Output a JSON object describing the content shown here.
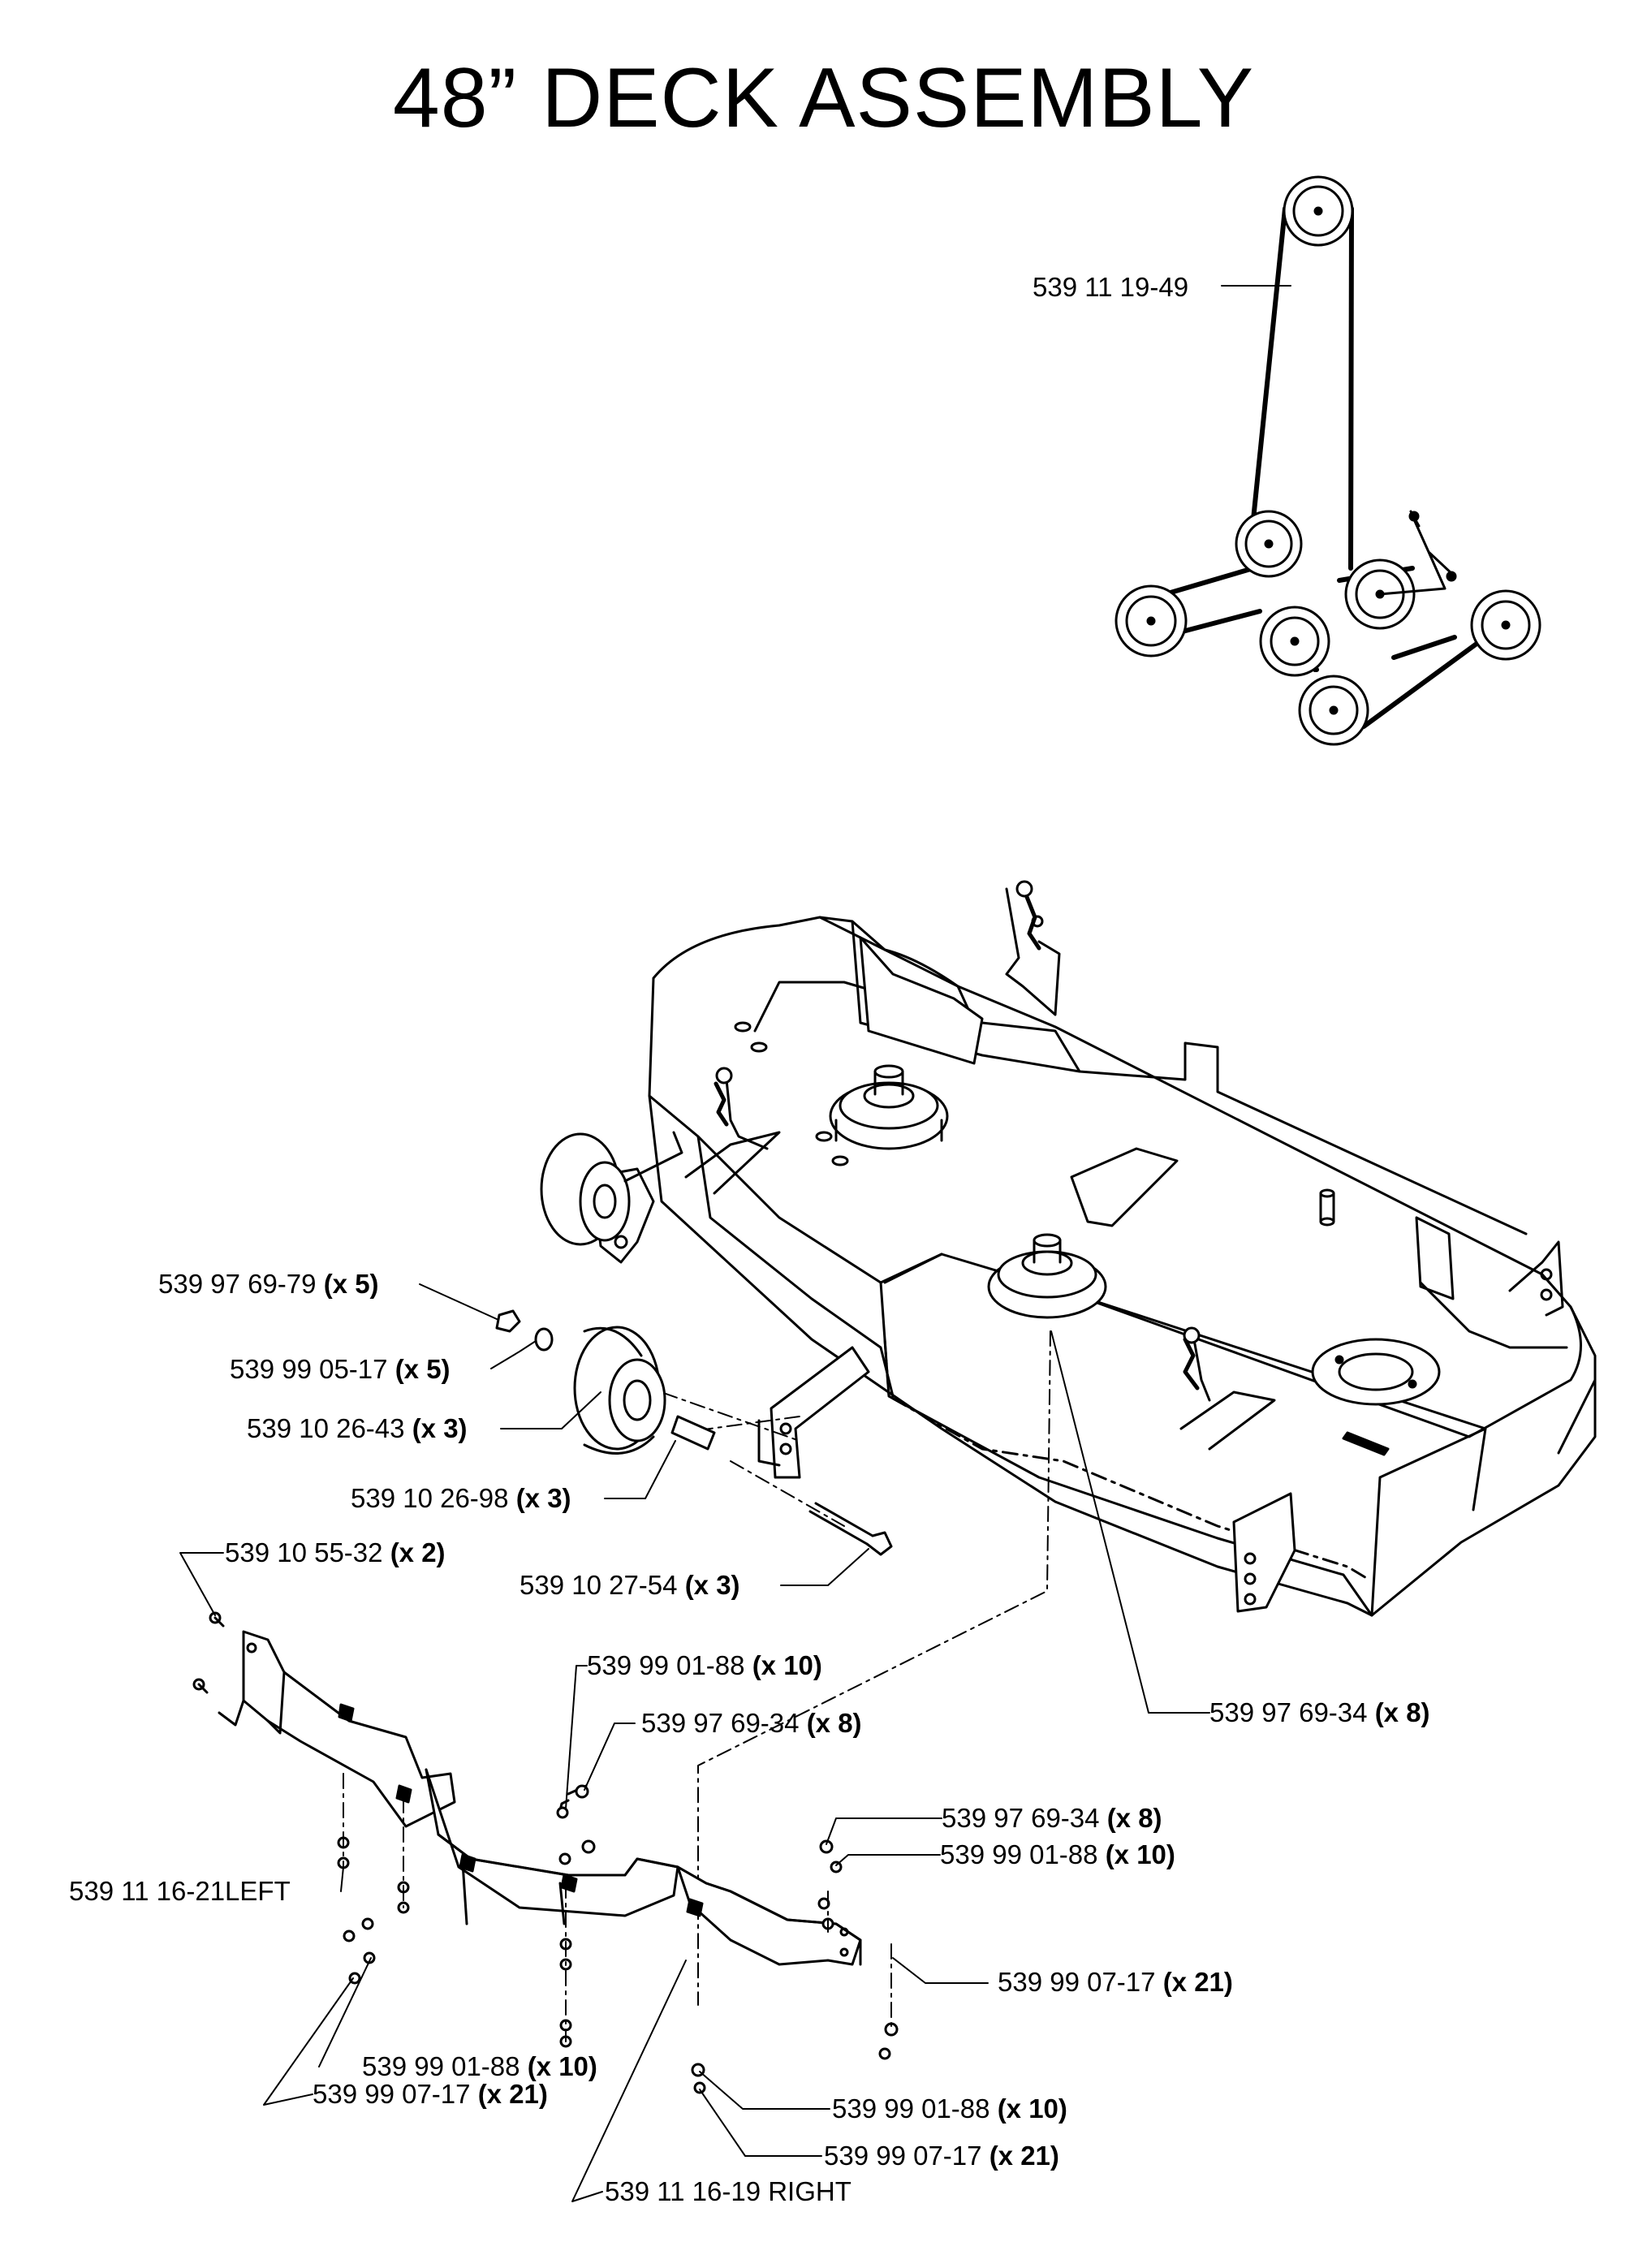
{
  "title": "48” DECK ASSEMBLY",
  "callouts": [
    {
      "id": "belt",
      "part": "539 11 19-49",
      "qty": ""
    },
    {
      "id": "nut-wheel",
      "part": "539 97 69-79",
      "qty": "(x 5)"
    },
    {
      "id": "washer-wheel",
      "part": "539 99 05-17",
      "qty": "(x 5)"
    },
    {
      "id": "wheel",
      "part": "539 10 26-43",
      "qty": "(x 3)"
    },
    {
      "id": "spacer",
      "part": "539 10 26-98",
      "qty": "(x 3)"
    },
    {
      "id": "screw-top",
      "part": "539 10 55-32",
      "qty": "(x 2)"
    },
    {
      "id": "bolt-wheel",
      "part": "539 10 27-54",
      "qty": "(x 3)"
    },
    {
      "id": "washer-mid",
      "part": "539 99 01-88",
      "qty": "(x 10)"
    },
    {
      "id": "nut-mid",
      "part": "539 97 69-34",
      "qty": "(x 8)"
    },
    {
      "id": "nut-right-deck",
      "part": "539 97 69-34",
      "qty": "(x 8)"
    },
    {
      "id": "nut-right-guard",
      "part": "539 97 69-34",
      "qty": "(x 8)"
    },
    {
      "id": "washer-right-guard",
      "part": "539 99 01-88",
      "qty": "(x 10)"
    },
    {
      "id": "left-guard",
      "part": "539 11 16-21LEFT",
      "qty": ""
    },
    {
      "id": "locknut-right",
      "part": "539 99 07-17",
      "qty": "(x 21)"
    },
    {
      "id": "washer-lower-left",
      "part": "539 99 01-88",
      "qty": "(x 10)"
    },
    {
      "id": "locknut-lower-left",
      "part": "539 99 07-17",
      "qty": "(x 21)"
    },
    {
      "id": "washer-bottom",
      "part": "539 99 01-88",
      "qty": "(x 10)"
    },
    {
      "id": "locknut-bottom",
      "part": "539 99 07-17",
      "qty": "(x 21)"
    },
    {
      "id": "right-guard",
      "part": "539 11 16-19 RIGHT",
      "qty": ""
    }
  ]
}
